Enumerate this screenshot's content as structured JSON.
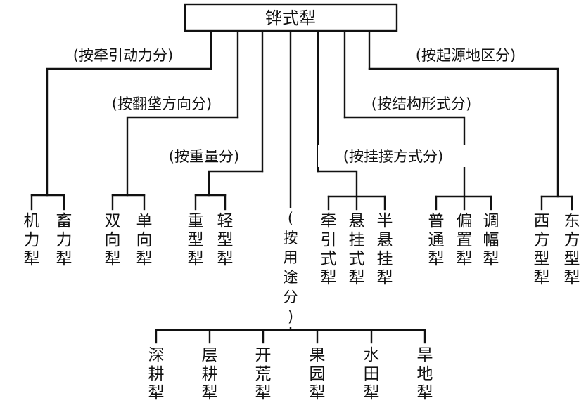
{
  "root": {
    "label": "铧式犁"
  },
  "categories": {
    "power": {
      "label": "(按牵引动力分)",
      "children": [
        "机力犁",
        "畜力犁"
      ]
    },
    "turn": {
      "label": "(按翻垡方向分)",
      "children": [
        "双向犁",
        "单向犁"
      ]
    },
    "weight": {
      "label": "(按重量分)",
      "children": [
        "重型犁",
        "轻型犁"
      ]
    },
    "use": {
      "label": "(按用途分)",
      "children": [
        "深耕犁",
        "层耕犁",
        "开荒犁",
        "果园犁",
        "水田犁",
        "旱地犁"
      ]
    },
    "hitch": {
      "label": "(按挂接方式分)",
      "children": [
        "牵引式犁",
        "悬挂式犁",
        "半悬挂犁"
      ]
    },
    "struct": {
      "label": "(按结构形式分)",
      "children": [
        "普通犁",
        "偏置犁",
        "调幅犁"
      ]
    },
    "origin": {
      "label": "(按起源地区分)",
      "children": [
        "西方型犁",
        "东方型犁"
      ]
    }
  }
}
